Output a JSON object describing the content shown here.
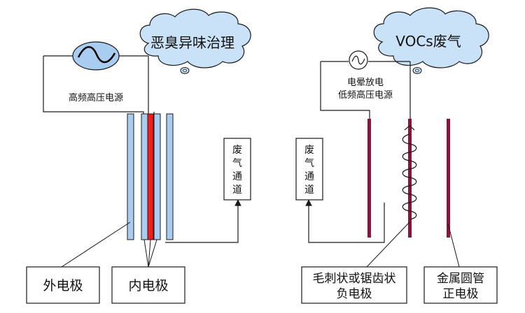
{
  "left": {
    "cloud_label": "恶臭异味治理",
    "power_label": "高频高压电源",
    "duct_chars": [
      "废",
      "气",
      "通",
      "道"
    ],
    "outer_electrode_label": "外电极",
    "inner_electrode_label": "内电极"
  },
  "right": {
    "cloud_label": "VOCs废气",
    "power_label_line1": "电晕放电",
    "power_label_line2": "低频高压电源",
    "duct_chars": [
      "废",
      "气",
      "通",
      "道"
    ],
    "negative_label_line1": "毛刺状或锯齿状",
    "negative_label_line2": "负电极",
    "positive_label_line1": "金属圆管",
    "positive_label_line2": "正电极"
  },
  "colors": {
    "plate_blue": "#a9cdf0",
    "plate_red": "#ff1a1a",
    "electrode_dark_red": "#8b1538",
    "cloud_fill": "#c9e2f7",
    "source_fill": "#a9cdf0",
    "line": "#1a1a1a"
  }
}
